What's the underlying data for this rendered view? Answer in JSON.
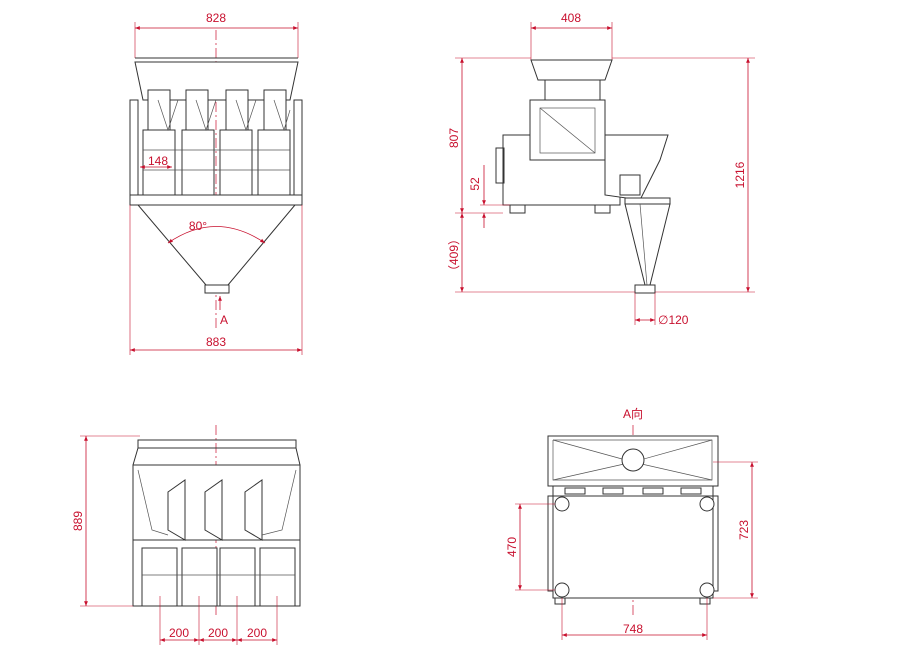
{
  "dimensions": {
    "front_top_width": "828",
    "front_chute_width": "148",
    "front_angle": "80°",
    "front_arrow_label": "A",
    "front_total_width": "883",
    "side_top_width": "408",
    "side_upper_height": "807",
    "side_total_height": "1216",
    "side_foot_height": "52",
    "side_lower_height": "（409）",
    "side_outlet_diameter": "∅120",
    "top_depth": "889",
    "top_spacing_1": "200",
    "top_spacing_2": "200",
    "top_spacing_3": "200",
    "view_a_label": "A向",
    "view_a_wheel_height": "470",
    "view_a_height": "723",
    "view_a_width": "748"
  }
}
